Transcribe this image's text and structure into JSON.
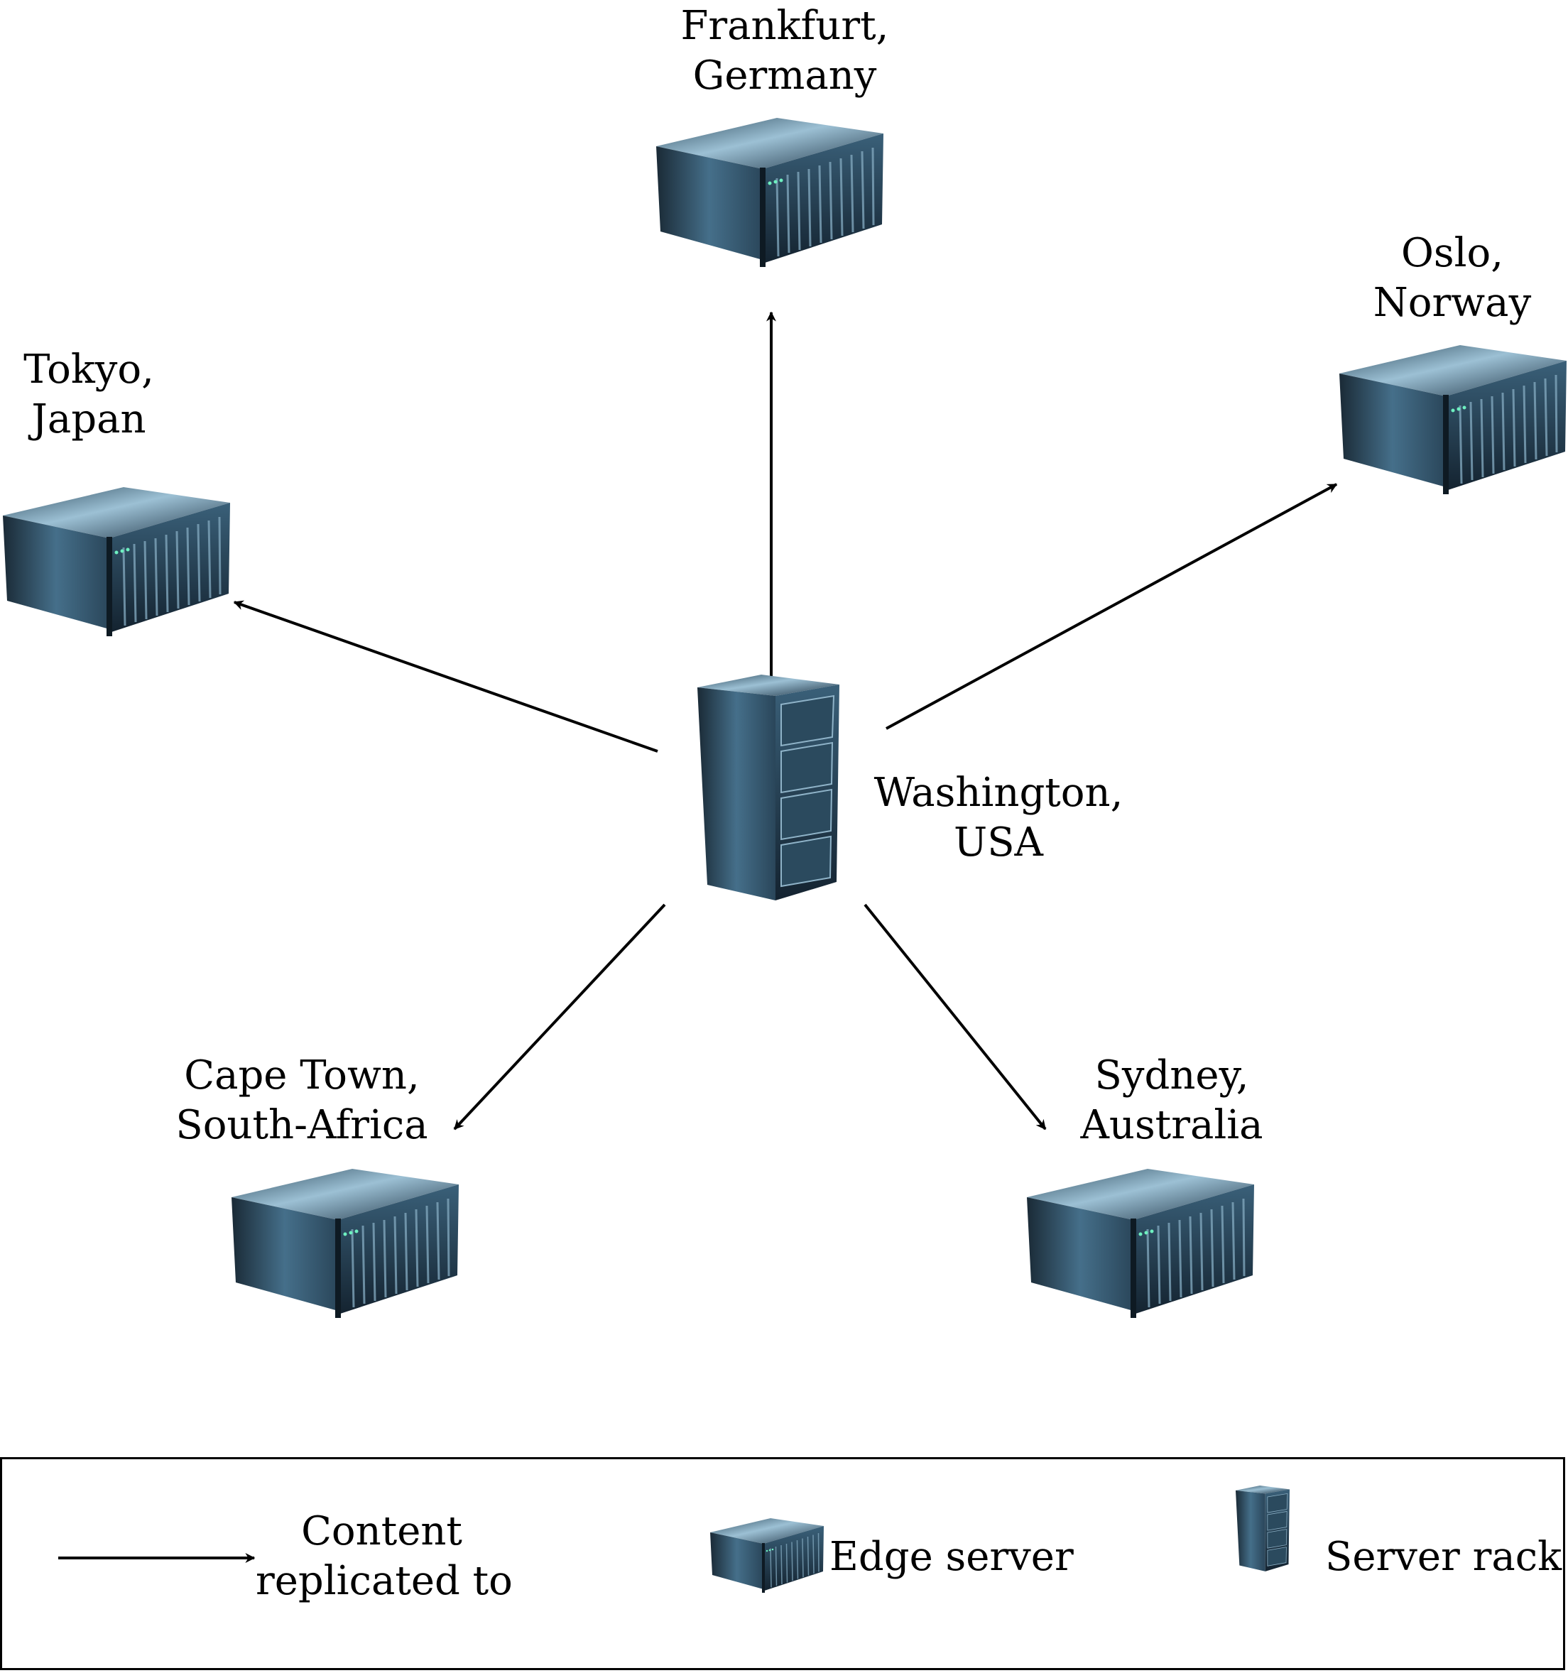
{
  "nodes": {
    "frankfurt": {
      "line1": "Frankfurt,",
      "line2": "Germany"
    },
    "oslo": {
      "line1": "Oslo,",
      "line2": "Norway"
    },
    "tokyo": {
      "line1": "Tokyo,",
      "line2": "Japan"
    },
    "washington": {
      "line1": "Washington,",
      "line2": "USA"
    },
    "capetown": {
      "line1": "Cape Town,",
      "line2": "South-Africa"
    },
    "sydney": {
      "line1": "Sydney,",
      "line2": "Australia"
    }
  },
  "legend": {
    "arrow_line1": "Content",
    "arrow_line2": "replicated to",
    "edge_label": "Edge server",
    "rack_label": "Server rack"
  },
  "colors": {
    "server_dark": "#1b2a35",
    "server_mid": "#3d6a86",
    "server_light": "#8fb3c8",
    "line": "#000000"
  },
  "icons": {
    "edge": "edge-server-icon",
    "rack": "server-rack-icon"
  }
}
